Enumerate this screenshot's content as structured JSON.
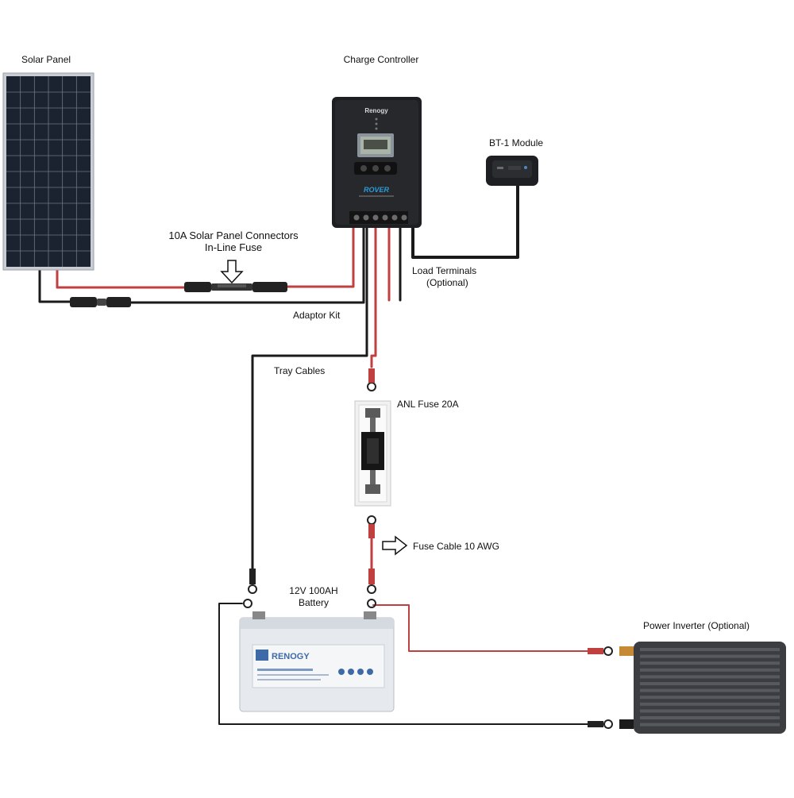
{
  "labels": {
    "solar_panel": "Solar Panel",
    "charge_controller": "Charge Controller",
    "bt_module": "BT-1 Module",
    "connectors_line1": "10A Solar Panel Connectors",
    "connectors_line2": "In-Line Fuse",
    "load_terminals_line1": "Load Terminals",
    "load_terminals_line2": "(Optional)",
    "adaptor_kit": "Adaptor Kit",
    "tray_cables": "Tray Cables",
    "anl_fuse": "ANL Fuse 20A",
    "fuse_cable": "Fuse Cable 10 AWG",
    "battery_line1": "12V 100AH",
    "battery_line2": "Battery",
    "power_inverter": "Power Inverter (Optional)"
  },
  "device_text": {
    "controller_brand": "Renogy",
    "controller_model": "ROVER",
    "battery_brand": "RENOGY"
  },
  "colors": {
    "wire_red": "#c0403f",
    "wire_black": "#1a1a1a",
    "panel_cell": "#1b2230",
    "panel_frame": "#c9cdd3",
    "controller_body": "#1e1f22",
    "controller_accent": "#2d9bd6",
    "battery_body": "#e6eaee",
    "battery_lid": "#3f6aa8",
    "inverter_body": "#3b3d40"
  }
}
